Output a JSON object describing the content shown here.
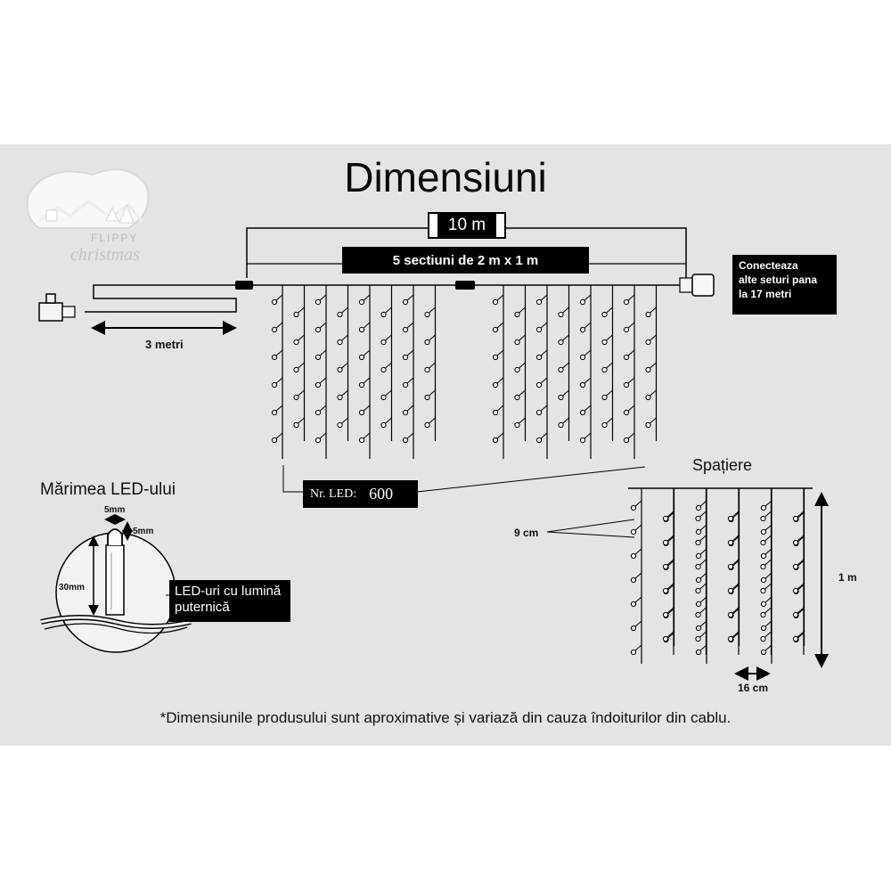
{
  "title": "Dimensiuni",
  "logo": {
    "brand": "FLIPPY",
    "brand_script": "christmas"
  },
  "total_length": "10 m",
  "sections": "5 sectiuni de 2 m x 1 m",
  "lead_cable": "3 metri",
  "connect_note": [
    "Conecteaza",
    "alte seturi pana",
    "la 17 metri"
  ],
  "led_count": {
    "label": "Nr. LED:",
    "value": "600"
  },
  "led_size": {
    "heading": "Mărimea LED-ului",
    "width": "5mm",
    "cap": "5mm",
    "height": "30mm",
    "callout": [
      "LED-uri cu lumină",
      "puternică"
    ]
  },
  "spacing": {
    "heading": "Spațiere",
    "vertical": "9 cm",
    "horizontal": "16 cm",
    "height": "1 m"
  },
  "footnote": "*Dimensiunile produsului sunt aproximative și variază din cauza îndoiturilor din cablu.",
  "colors": {
    "panel": "#e4e4e4",
    "ink": "#000000",
    "label_bg": "#000000",
    "label_text": "#ffffff"
  }
}
